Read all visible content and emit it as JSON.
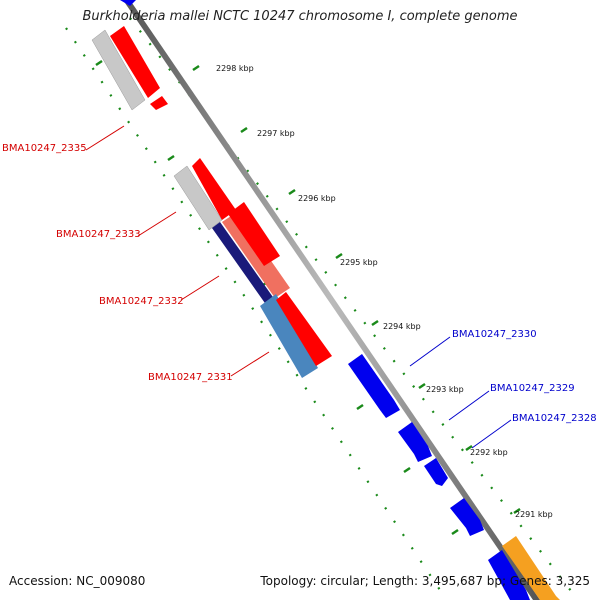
{
  "title": "Burkholderia mallei NCTC 10247 chromosome I, complete genome",
  "accession": "Accession: NC_009080",
  "summary": "Topology: circular; Length: 3,495,687 bp; Genes: 3,325",
  "ticks": [
    "2298 kbp",
    "2297 kbp",
    "2296 kbp",
    "2295 kbp",
    "2294 kbp",
    "2293 kbp",
    "2292 kbp",
    "2291 kbp"
  ],
  "genes_left": [
    "BMA10247_2335",
    "BMA10247_2333",
    "BMA10247_2332",
    "BMA10247_2331"
  ],
  "genes_right": [
    "BMA10247_2330",
    "BMA10247_2329",
    "BMA10247_2328"
  ],
  "colors": {
    "reverse_strand_gene": "#ff0000",
    "forward_strand_gene": "#0000ee",
    "grey_feature": "#c8c8c8",
    "salmon_feature": "#f07060",
    "navy_feature": "#1a1a7a",
    "steelblue_feature": "#4a86be",
    "orange_feature": "#f5a020",
    "backbone": "#888888",
    "tick_marks": "#1a8a1a"
  }
}
